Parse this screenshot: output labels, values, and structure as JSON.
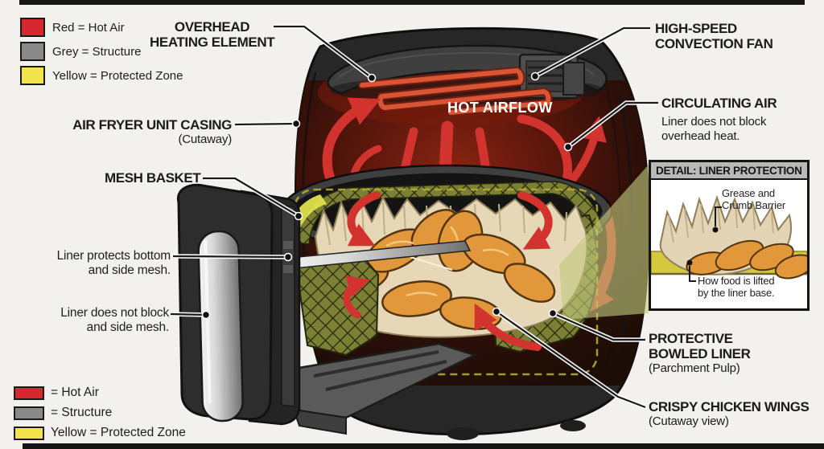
{
  "diagram_title_implicit": "Air fryer liner protection cutaway diagram",
  "legend_top": {
    "items": [
      {
        "icon": "red-swatch",
        "color": "#d7282f",
        "label": "Red = Hot Air"
      },
      {
        "icon": "grey-swatch",
        "color": "#8a8a8a",
        "label": "Grey = Structure"
      },
      {
        "icon": "yellow-swatch",
        "color": "#f3e34d",
        "label": "Yellow = Protected Zone"
      }
    ]
  },
  "legend_bottom": {
    "items": [
      {
        "icon": "red-swatch",
        "color": "#d7282f",
        "label": "= Hot Air"
      },
      {
        "icon": "grey-swatch",
        "color": "#8a8a8a",
        "label": "= Structure"
      },
      {
        "icon": "yellow-swatch",
        "color": "#f3e34d",
        "label": "Yellow = Protected Zone"
      }
    ]
  },
  "labels": {
    "overhead_heating": {
      "line1": "OVERHEAD",
      "line2": "HEATING ELEMENT"
    },
    "high_speed_fan": {
      "line1": "HIGH-SPEED",
      "line2": "CONVECTION FAN"
    },
    "circulating_air": {
      "title": "CIRCULATING AIR",
      "sub1": "Liner does not block",
      "sub2": "overhead heat."
    },
    "casing": {
      "title": "AIR FRYER UNIT CASING",
      "sub": "(Cutaway)"
    },
    "mesh_basket": {
      "title": "MESH BASKET"
    },
    "hot_airflow": {
      "title": "HOT AIRFLOW"
    },
    "liner_protects": {
      "line1": "Liner protects bottom",
      "line2": "and side mesh."
    },
    "liner_not_block": {
      "line1": "Liner does not block",
      "line2": "and side mesh."
    },
    "protective_liner": {
      "line1": "PROTECTIVE",
      "line2": "BOWLED LINER",
      "sub": "(Parchment Pulp)"
    },
    "crispy_wings": {
      "title": "CRISPY CHICKEN WINGS",
      "sub": "(Cutaway view)"
    }
  },
  "detail_box": {
    "header": "DETAIL: LINER PROTECTION",
    "grease_line1": "Grease and",
    "grease_line2": "Crumb Barrier",
    "lifted_line1": "How food is lifted",
    "lifted_line2": "by the liner base."
  },
  "palette": {
    "hot_air_red": "#d2332e",
    "structure_grey": "#8a8a8a",
    "protected_yellow": "#f3e34d",
    "body_dark": "#272727",
    "liner_tan": "#e6d8b6",
    "mesh_olive": "#7c8034",
    "glow_green": "#c2ca7e",
    "background": "#f2f1ee"
  }
}
